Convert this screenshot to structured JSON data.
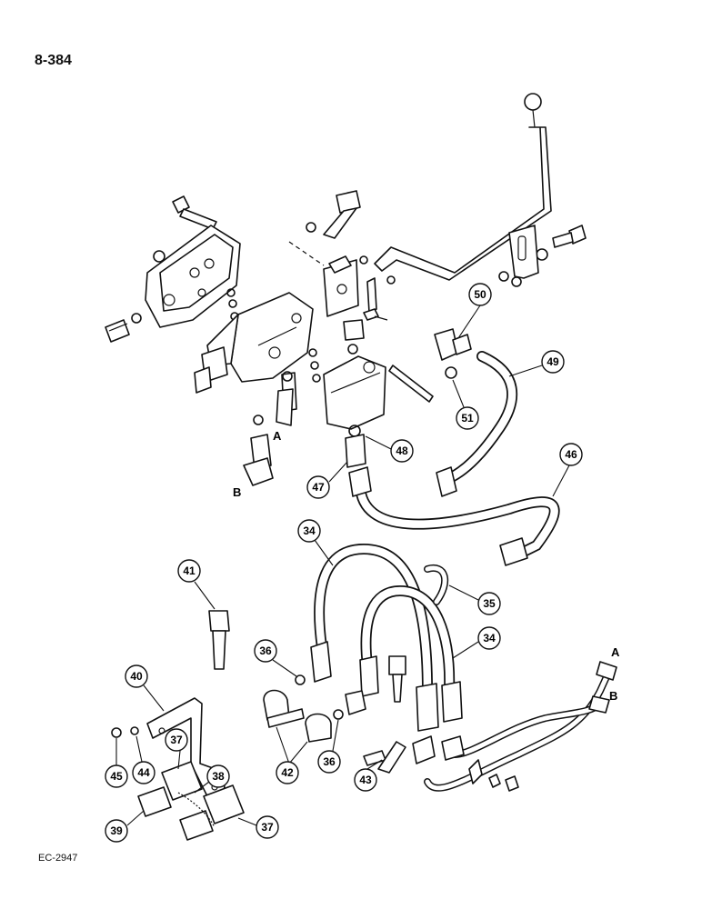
{
  "page_number": "8-384",
  "figure_code": "EC-2947",
  "letters": {
    "a1": "A",
    "b1": "B",
    "a2": "A",
    "b2": "B"
  },
  "callouts": {
    "c34a": "34",
    "c34b": "34",
    "c35": "35",
    "c36a": "36",
    "c36b": "36",
    "c37a": "37",
    "c37b": "37",
    "c38": "38",
    "c39": "39",
    "c40": "40",
    "c41": "41",
    "c42": "42",
    "c43": "43",
    "c44": "44",
    "c45": "45",
    "c46": "46",
    "c47": "47",
    "c48": "48",
    "c49": "49",
    "c50": "50",
    "c51": "51"
  }
}
